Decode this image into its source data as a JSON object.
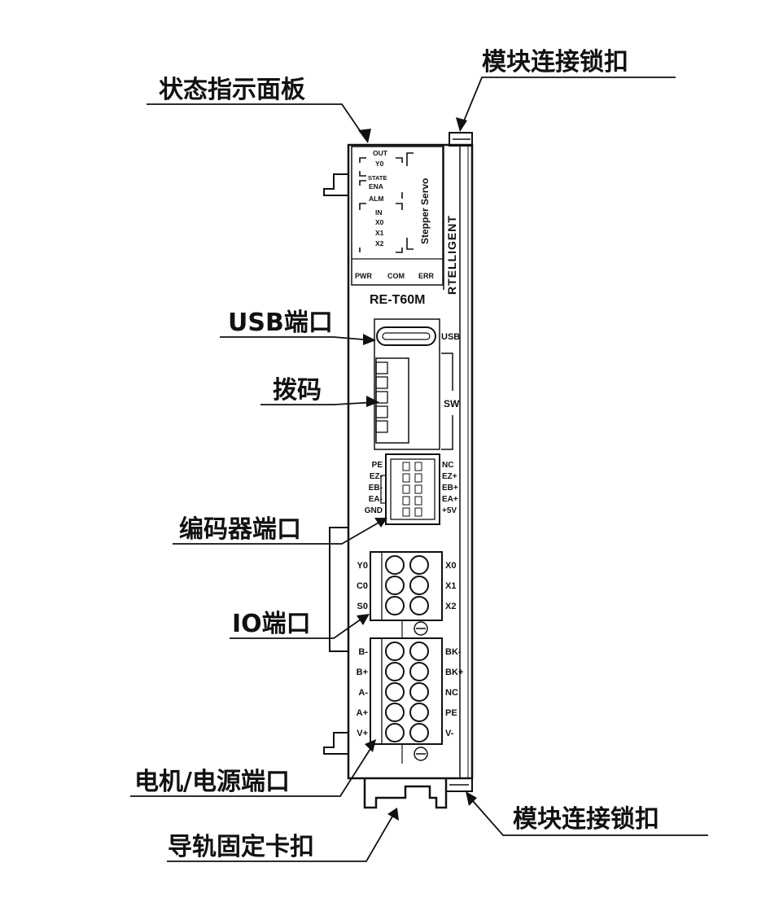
{
  "callouts": {
    "status_panel": "状态指示面板",
    "module_lock_top": "模块连接锁扣",
    "usb_port": "USB端口",
    "dip_switch": "拨码",
    "encoder_port": "编码器端口",
    "io_port": "IO端口",
    "motor_power_port": "电机/电源端口",
    "module_lock_bottom": "模块连接锁扣",
    "rail_clip": "导轨固定卡扣"
  },
  "device": {
    "model": "RE-T60M",
    "brand": "RTELLIGENT",
    "product_line": "Stepper Servo",
    "indicators": {
      "out": "OUT",
      "y0": "Y0",
      "state": "STATE",
      "ena": "ENA",
      "alm": "ALM",
      "in": "IN",
      "x0": "X0",
      "x1": "X1",
      "x2": "X2",
      "pwr": "PWR",
      "com": "COM",
      "err": "ERR"
    },
    "usb_label": "USB",
    "sw_label": "SW",
    "encoder_left_pins": [
      "PE",
      "EZ-",
      "EB-",
      "EA-",
      "GND"
    ],
    "encoder_right_pins": [
      "NC",
      "EZ+",
      "EB+",
      "EA+",
      "+5V"
    ],
    "io_left_pins": [
      "Y0",
      "C0",
      "S0"
    ],
    "io_right_pins": [
      "X0",
      "X1",
      "X2"
    ],
    "power_left_pins": [
      "B-",
      "B+",
      "A-",
      "A+",
      "V+"
    ],
    "power_right_pins": [
      "BK-",
      "BK+",
      "NC",
      "PE",
      "V-"
    ]
  }
}
